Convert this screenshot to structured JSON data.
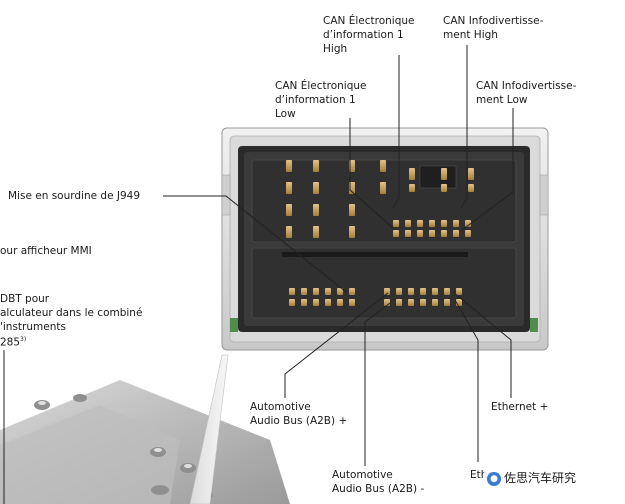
{
  "labels": {
    "can_info1_high": "CAN Électronique\nd’information 1\nHigh",
    "can_infotain_high": "CAN Infodivertisse-\nment High",
    "can_info1_low": "CAN Électronique\nd’information 1\nLow",
    "can_infotain_low": "CAN Infodivertisse-\nment Low",
    "mute_j949": "Mise en sourdine de J949",
    "mmi_display": "our afficheur MMI",
    "dbt_line1": "DBT pour",
    "dbt_line2": "alculateur dans le combiné",
    "dbt_line3": "'instruments",
    "dbt_line4": "285",
    "dbt_superscript": "3)",
    "a2b_plus": "Automotive\nAudio Bus (A2B) +",
    "a2b_minus": "Automotive\nAudio Bus (A2B) -",
    "ethernet_plus": "Ethernet +",
    "ethernet_minus": "Ethe"
  },
  "watermark": {
    "icon": "wechat-badge-icon",
    "text": "佐思汽车研究"
  },
  "colors": {
    "line": "#222222",
    "housing_light": "#e6e6e6",
    "housing_dark": "#2b2b2b",
    "pin_gold": "#c9a25a"
  }
}
